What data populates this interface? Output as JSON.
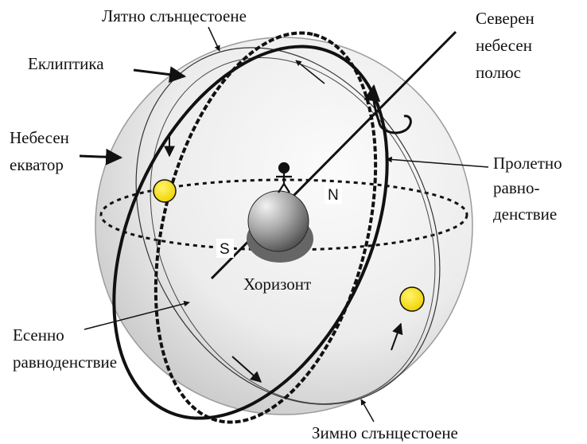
{
  "labels": {
    "summer_solstice": "Лятно слънцестоене",
    "ecliptic": "Еклиптика",
    "celestial_equator_1": "Небесен",
    "celestial_equator_2": "екватор",
    "north_pole_1": "Северен",
    "north_pole_2": "небесен",
    "north_pole_3": "полюс",
    "spring_equinox_1": "Пролетно",
    "spring_equinox_2": "равно-",
    "spring_equinox_3": "денствие",
    "horizon": "Хоризонт",
    "north": "N",
    "south": "S",
    "autumn_equinox_1": "Есенно",
    "autumn_equinox_2": "равноденствие",
    "winter_solstice": "Зимно слънцестоене"
  },
  "colors": {
    "sphere_light": "#f4f4f4",
    "sphere_dark": "#c8c8c8",
    "sun": "#f7e21b",
    "earth_light": "#e8e8e8",
    "earth_dark": "#5a5a5a",
    "line": "#111111"
  }
}
